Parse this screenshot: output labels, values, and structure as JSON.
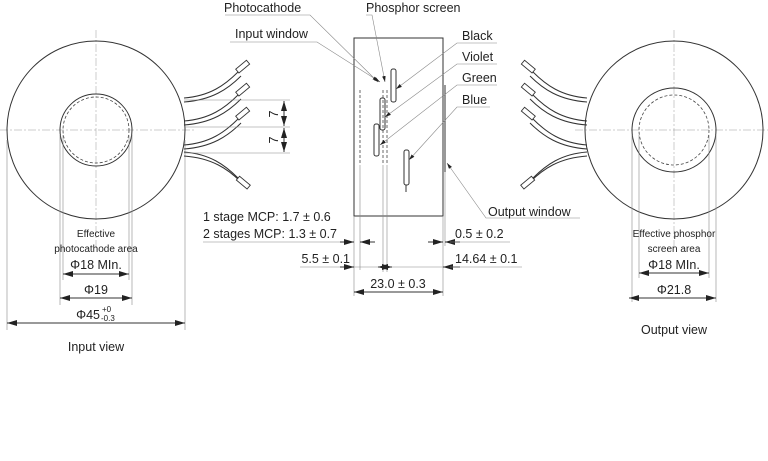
{
  "labels": {
    "photocathode": "Photocathode",
    "phosphor_screen": "Phosphor screen",
    "input_window": "Input window",
    "black": "Black",
    "violet": "Violet",
    "green": "Green",
    "blue": "Blue",
    "output_window": "Output window"
  },
  "dimensions": {
    "pitch_1": "7",
    "pitch_2": "7",
    "mcp_1_stage": "1 stage MCP: 1.7 ± 0.6",
    "mcp_2_stages": "2 stages MCP: 1.3 ± 0.7",
    "output_window_thickness": "0.5 ± 0.2",
    "input_offset": "5.5 ± 0.1",
    "output_offset": "14.64 ± 0.1",
    "overall_length": "23.0 ± 0.3"
  },
  "input_view": {
    "title": "Input view",
    "effective_area_line1": "Effective",
    "effective_area_line2": "photocathode area",
    "effective_dia": "Φ18 MIn.",
    "inner_dia": "Φ19",
    "outer_dia": "Φ45",
    "outer_tol_plus": "+0",
    "outer_tol_minus": "-0.3"
  },
  "output_view": {
    "title": "Output view",
    "effective_area_line1": "Effective phosphor",
    "effective_area_line2": "screen area",
    "effective_dia": "Φ18 MIn.",
    "inner_dia": "Φ21.8"
  }
}
